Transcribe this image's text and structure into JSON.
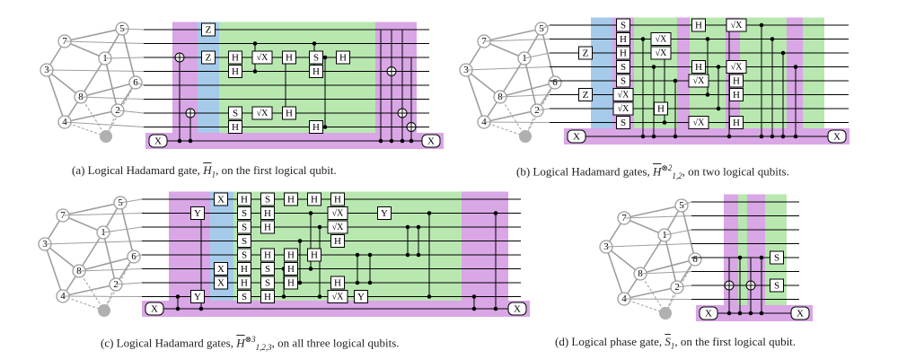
{
  "captions": {
    "a": {
      "prefix": "(a) Logical Hadamard gate, ",
      "sym": "H",
      "sub": "1",
      "sup": "",
      "suffix": ", on the first logical qubit."
    },
    "b": {
      "prefix": "(b) Logical Hadamard gates, ",
      "sym": "H",
      "sub": "1,2",
      "sup": "⊗2",
      "suffix": ", on two logical qubits."
    },
    "c": {
      "prefix": "(c) Logical Hadamard gates, ",
      "sym": "H",
      "sub": "1,2,3",
      "sup": "⊗3",
      "suffix": ", on all three logical qubits."
    },
    "d": {
      "prefix": "(d) Logical phase gate, ",
      "sym": "S",
      "sub": "1",
      "sup": "",
      "suffix": ", on the first logical qubit."
    }
  },
  "lattice_labels": [
    "1",
    "2",
    "3",
    "4",
    "5",
    "6",
    "7",
    "8"
  ],
  "colors": {
    "purple": "#d9a6e6",
    "blue": "#a6cbea",
    "green": "#b8e8b0",
    "lattice": "#9e9e9e",
    "wire": "#000000"
  },
  "panels": {
    "a": {
      "gates": [
        {
          "t": "Z",
          "c": 0,
          "w": 0
        },
        {
          "t": "Z",
          "c": 0,
          "w": 2
        },
        {
          "t": "H",
          "c": 1,
          "w": 2
        },
        {
          "t": "H",
          "c": 1,
          "w": 3
        },
        {
          "t": "S",
          "c": 1,
          "w": 6
        },
        {
          "t": "H",
          "c": 1,
          "w": 7
        },
        {
          "t": "√X",
          "c": 2,
          "w": 2
        },
        {
          "t": "√X",
          "c": 2,
          "w": 6
        },
        {
          "t": "H",
          "c": 3,
          "w": 2
        },
        {
          "t": "H",
          "c": 3,
          "w": 6
        },
        {
          "t": "S",
          "c": 4,
          "w": 2
        },
        {
          "t": "H",
          "c": 4,
          "w": 3
        },
        {
          "t": "H",
          "c": 5,
          "w": 2
        },
        {
          "t": "H",
          "c": 4,
          "w": 7
        }
      ],
      "boxes": [
        {
          "t": "X",
          "side": "left"
        },
        {
          "t": "X",
          "side": "right"
        }
      ]
    },
    "b": {
      "gates": [
        {
          "t": "S",
          "c": 0,
          "w": 0
        },
        {
          "t": "H",
          "c": 0,
          "w": 1
        },
        {
          "t": "H",
          "c": 0,
          "w": 2
        },
        {
          "t": "S",
          "c": 0,
          "w": 3
        },
        {
          "t": "S",
          "c": 0,
          "w": 4
        },
        {
          "t": "√X",
          "c": 0,
          "w": 5
        },
        {
          "t": "√X",
          "c": 0,
          "w": 6
        },
        {
          "t": "S",
          "c": 0,
          "w": 7
        },
        {
          "t": "Z",
          "c": -1,
          "w": 2
        },
        {
          "t": "Z",
          "c": -1,
          "w": 5
        },
        {
          "t": "√X",
          "c": 1,
          "w": 1
        },
        {
          "t": "√X",
          "c": 1,
          "w": 2
        },
        {
          "t": "H",
          "c": 1,
          "w": 6
        },
        {
          "t": "H",
          "c": 2,
          "w": 0
        },
        {
          "t": "H",
          "c": 2,
          "w": 3
        },
        {
          "t": "√X",
          "c": 2,
          "w": 4
        },
        {
          "t": "√X",
          "c": 2,
          "w": 7
        },
        {
          "t": "√X",
          "c": 3,
          "w": 0
        },
        {
          "t": "√X",
          "c": 3,
          "w": 3
        },
        {
          "t": "H",
          "c": 3,
          "w": 4
        },
        {
          "t": "H",
          "c": 3,
          "w": 5
        },
        {
          "t": "H",
          "c": 3,
          "w": 7
        }
      ],
      "boxes": [
        {
          "t": "X",
          "side": "left"
        },
        {
          "t": "X",
          "side": "right"
        }
      ]
    },
    "c": {
      "gates": [
        {
          "t": "X",
          "c": -1,
          "w": 0
        },
        {
          "t": "H",
          "c": 0,
          "w": 0
        },
        {
          "t": "S",
          "c": 1,
          "w": 0
        },
        {
          "t": "S",
          "c": 0,
          "w": 1
        },
        {
          "t": "H",
          "c": 1,
          "w": 1
        },
        {
          "t": "S",
          "c": 0,
          "w": 2
        },
        {
          "t": "H",
          "c": 1,
          "w": 2
        },
        {
          "t": "S",
          "c": 0,
          "w": 3
        },
        {
          "t": "S",
          "c": 0,
          "w": 4
        },
        {
          "t": "H",
          "c": 1,
          "w": 4
        },
        {
          "t": "X",
          "c": -1,
          "w": 5
        },
        {
          "t": "H",
          "c": 0,
          "w": 5
        },
        {
          "t": "S",
          "c": 1,
          "w": 5
        },
        {
          "t": "X",
          "c": -1,
          "w": 6
        },
        {
          "t": "H",
          "c": 0,
          "w": 6
        },
        {
          "t": "S",
          "c": 1,
          "w": 6
        },
        {
          "t": "S",
          "c": 0,
          "w": 7
        },
        {
          "t": "H",
          "c": 1,
          "w": 7
        },
        {
          "t": "H",
          "c": 2,
          "w": 0
        },
        {
          "t": "H",
          "c": 3,
          "w": 0
        },
        {
          "t": "H",
          "c": 2,
          "w": 4
        },
        {
          "t": "H",
          "c": 2,
          "w": 5
        },
        {
          "t": "H",
          "c": 2,
          "w": 6
        },
        {
          "t": "H",
          "c": 3,
          "w": 4
        },
        {
          "t": "H",
          "c": 4,
          "w": 0
        },
        {
          "t": "√X",
          "c": 4,
          "w": 1
        },
        {
          "t": "√X",
          "c": 4,
          "w": 2
        },
        {
          "t": "H",
          "c": 4,
          "w": 3
        },
        {
          "t": "H",
          "c": 4,
          "w": 6
        },
        {
          "t": "√X",
          "c": 4,
          "w": 7
        },
        {
          "t": "Y",
          "c": -2,
          "w": 1
        },
        {
          "t": "Y",
          "c": -2,
          "w": 7
        },
        {
          "t": "Y",
          "c": 5,
          "w": 7
        },
        {
          "t": "Y",
          "c": 6,
          "w": 1
        }
      ],
      "boxes": [
        {
          "t": "X",
          "side": "left"
        },
        {
          "t": "X",
          "side": "right"
        }
      ]
    },
    "d": {
      "gates": [
        {
          "t": "S",
          "c": 0,
          "w": 4
        },
        {
          "t": "S",
          "c": 0,
          "w": 6
        }
      ],
      "boxes": [
        {
          "t": "X",
          "side": "left"
        },
        {
          "t": "X",
          "side": "right"
        }
      ]
    }
  }
}
